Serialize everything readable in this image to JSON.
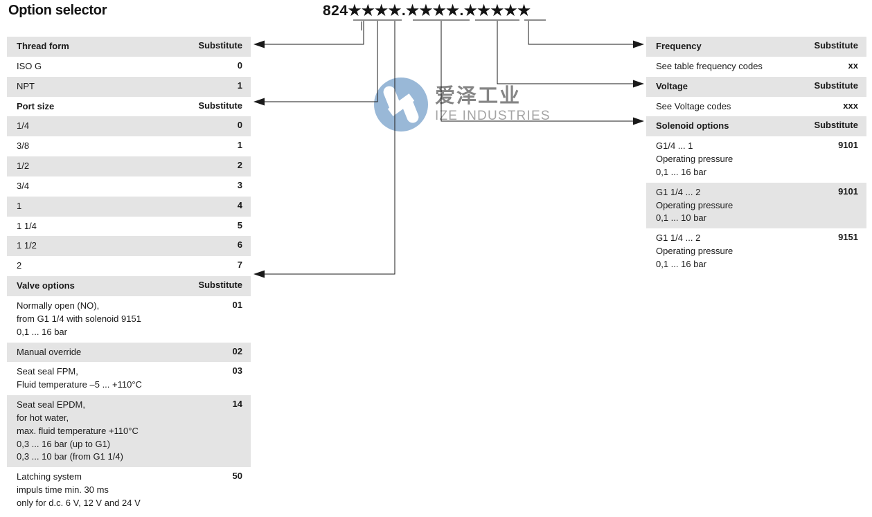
{
  "page": {
    "title": "Option selector",
    "order_code": "824★★★★.★★★★.★★★★★"
  },
  "watermark": {
    "chinese": "爱泽工业",
    "english": "IZE INDUSTRIES",
    "logo_color": "#5b8dc0"
  },
  "left_table": {
    "rows": [
      {
        "label": "Thread form",
        "substitute": "Substitute",
        "header": true,
        "shaded": true
      },
      {
        "label": "ISO G",
        "substitute": "0",
        "header": false,
        "shaded": false
      },
      {
        "label": "NPT",
        "substitute": "1",
        "header": false,
        "shaded": true
      },
      {
        "label": "Port size",
        "substitute": "Substitute",
        "header": true,
        "shaded": false
      },
      {
        "label": "1/4",
        "substitute": "0",
        "header": false,
        "shaded": true
      },
      {
        "label": "3/8",
        "substitute": "1",
        "header": false,
        "shaded": false
      },
      {
        "label": "1/2",
        "substitute": "2",
        "header": false,
        "shaded": true
      },
      {
        "label": "3/4",
        "substitute": "3",
        "header": false,
        "shaded": false
      },
      {
        "label": "1",
        "substitute": "4",
        "header": false,
        "shaded": true
      },
      {
        "label": "1 1/4",
        "substitute": "5",
        "header": false,
        "shaded": false
      },
      {
        "label": "1 1/2",
        "substitute": "6",
        "header": false,
        "shaded": true
      },
      {
        "label": "2",
        "substitute": "7",
        "header": false,
        "shaded": false
      },
      {
        "label": "Valve options",
        "substitute": "Substitute",
        "header": true,
        "shaded": true
      },
      {
        "label": "Normally open (NO),\nfrom G1 1/4 with solenoid 9151\n0,1 ... 16 bar",
        "substitute": "01",
        "header": false,
        "shaded": false
      },
      {
        "label": "Manual override",
        "substitute": "02",
        "header": false,
        "shaded": true
      },
      {
        "label": "Seat seal FPM,\nFluid temperature  –5 ... +110°C",
        "substitute": "03",
        "header": false,
        "shaded": false
      },
      {
        "label": "Seat seal EPDM,\nfor hot water,\nmax.  fluid temperature +110°C\n0,3 ... 16 bar (up to G1)\n0,3 ... 10 bar (from G1 1/4)",
        "substitute": "14",
        "header": false,
        "shaded": true
      },
      {
        "label": "Latching system\nimpuls time min. 30 ms\nonly for d.c. 6 V, 12 V and 24 V",
        "substitute": "50",
        "header": false,
        "shaded": false
      }
    ]
  },
  "right_table": {
    "rows": [
      {
        "label": "Frequency",
        "substitute": "Substitute",
        "header": true,
        "shaded": true
      },
      {
        "label": "See table frequency codes",
        "substitute": "xx",
        "header": false,
        "shaded": false
      },
      {
        "label": "Voltage",
        "substitute": "Substitute",
        "header": true,
        "shaded": true
      },
      {
        "label": "See Voltage codes",
        "substitute": "xxx",
        "header": false,
        "shaded": false
      },
      {
        "label": "Solenoid options",
        "substitute": "Substitute",
        "header": true,
        "shaded": true
      },
      {
        "label": "G1/4 ... 1\nOperating pressure\n0,1 ... 16 bar",
        "substitute": "9101",
        "header": false,
        "shaded": false
      },
      {
        "label": "G1 1/4 ... 2\nOperating pressure\n0,1 ... 10 bar",
        "substitute": "9101",
        "header": false,
        "shaded": true
      },
      {
        "label": "G1 1/4 ... 2\nOperating pressure\n0,1 ... 16 bar",
        "substitute": "9151",
        "header": false,
        "shaded": false
      }
    ]
  },
  "connectors": {
    "line_color": "#1a1a1a",
    "targets_left": [
      "Thread form",
      "Port size",
      "Valve options"
    ],
    "targets_right": [
      "Frequency",
      "Voltage",
      "Solenoid options"
    ]
  }
}
